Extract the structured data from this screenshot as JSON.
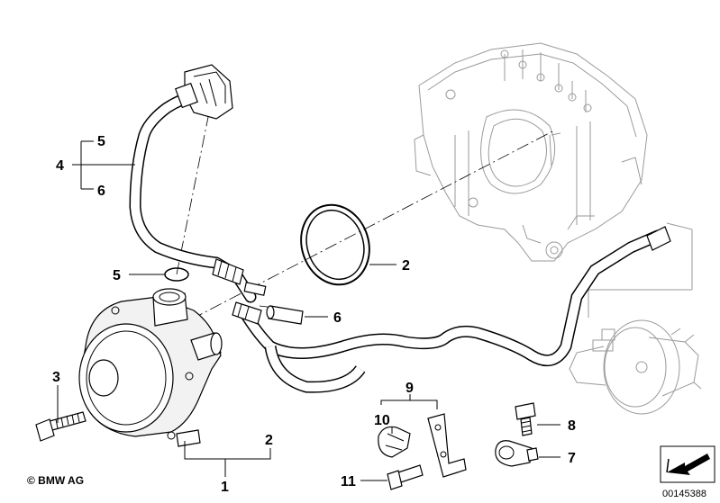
{
  "diagram": {
    "callouts": {
      "c4": "4",
      "c4_5": "5",
      "c4_6": "6",
      "c2_ring": "2",
      "c5": "5",
      "c6": "6",
      "c3": "3",
      "c1": "1",
      "c2_bottom": "2",
      "c9": "9",
      "c10": "10",
      "c11": "11",
      "c8": "8",
      "c7": "7"
    },
    "copyright": "© BMW AG",
    "image_number": "00145388"
  }
}
